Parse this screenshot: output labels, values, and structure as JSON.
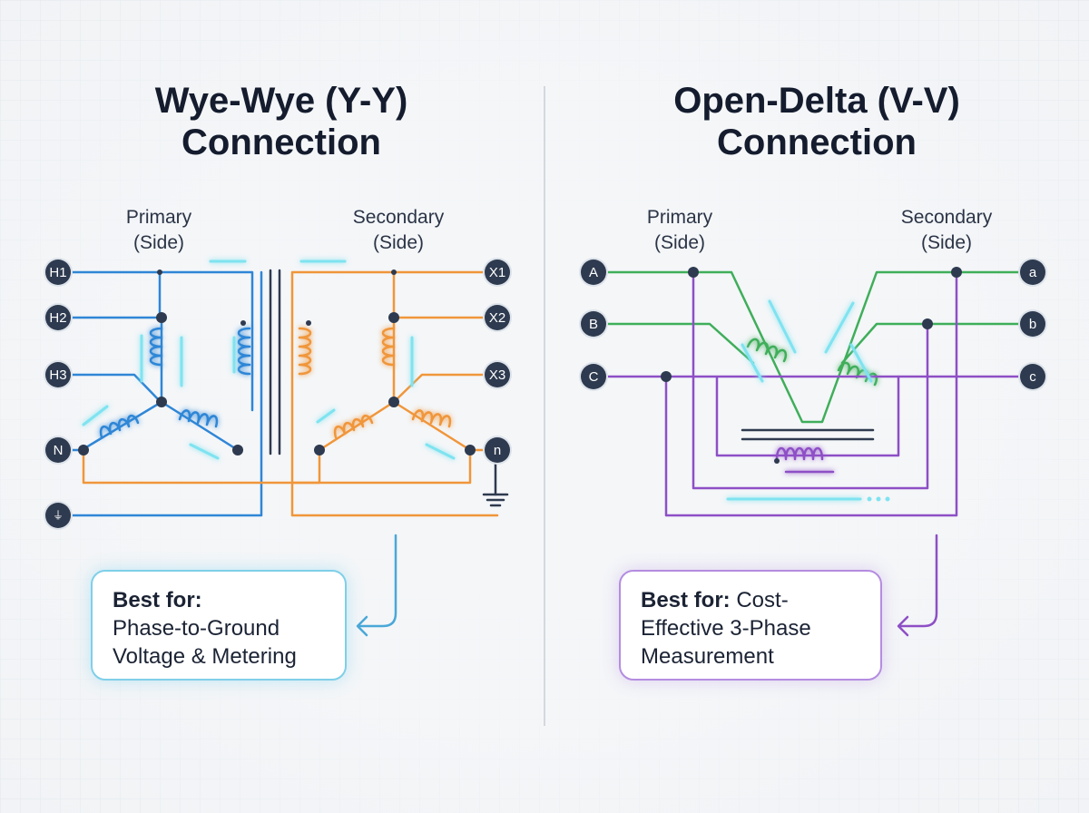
{
  "colors": {
    "primary_wye": "#2f86d6",
    "secondary_wye": "#f0963a",
    "open_delta_primary": "#3fae5a",
    "open_delta_secondary": "#8e4fc6",
    "glow": "#7fe3f0",
    "terminal": "#2e3a4f",
    "text": "#141c2e"
  },
  "wye": {
    "title_line1": "Wye-Wye (Y-Y)",
    "title_line2": "Connection",
    "primary_label_line1": "Primary",
    "primary_label_line2": "(Side)",
    "secondary_label_line1": "Secondary",
    "secondary_label_line2": "(Side)",
    "primary_terminals": [
      "H1",
      "H2",
      "H3",
      "N",
      "⏚"
    ],
    "secondary_terminals": [
      "X1",
      "X2",
      "X3",
      "n"
    ],
    "callout_heading": "Best for:",
    "callout_line1": "Phase-to-Ground",
    "callout_line2": "Voltage & Metering"
  },
  "delta": {
    "title_line1": "Open-Delta (V-V)",
    "title_line2": "Connection",
    "primary_label_line1": "Primary",
    "primary_label_line2": "(Side)",
    "secondary_label_line1": "Secondary",
    "secondary_label_line2": "(Side)",
    "primary_terminals": [
      "A",
      "B",
      "C"
    ],
    "secondary_terminals": [
      "a",
      "b",
      "c"
    ],
    "callout_heading": "Best for:",
    "callout_text_1": " Cost-",
    "callout_line2": "Effective 3-Phase",
    "callout_line3": "Measurement"
  }
}
